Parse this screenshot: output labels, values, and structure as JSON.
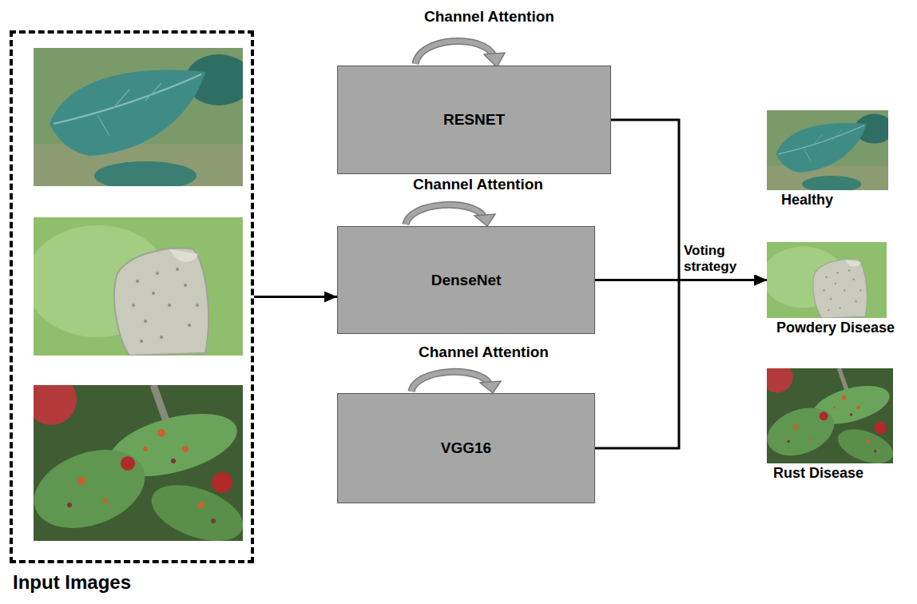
{
  "diagram": {
    "nodes": [
      {
        "text": [
          "Input Images"
        ]
      },
      {
        "text": [
          "RESNET"
        ]
      },
      {
        "text": [
          "DenseNet"
        ]
      },
      {
        "text": [
          "VGG16"
        ]
      },
      {
        "text": [
          "Healthy"
        ]
      },
      {
        "text": [
          "Powdery Disease"
        ]
      },
      {
        "text": [
          "Rust Disease"
        ]
      }
    ],
    "edges": [
      {
        "from": 0,
        "to": 2,
        "arrow": "to"
      },
      {
        "from": 1,
        "to": 5,
        "arrow": "to"
      },
      {
        "from": 2,
        "to": 5,
        "arrow": "to",
        "label": "Voting strategy"
      },
      {
        "from": 3,
        "to": 5,
        "arrow": "to"
      }
    ],
    "labels": [
      "Channel Attention",
      "Channel Attention",
      "Channel Attention"
    ]
  }
}
